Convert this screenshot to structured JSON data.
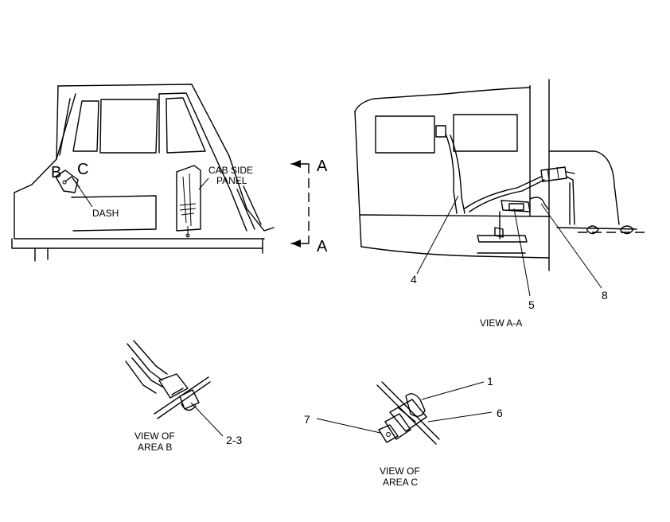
{
  "labels": {
    "cab_b": "B",
    "cab_c": "C",
    "dash": "DASH",
    "cab_side_panel_line1": "CAB SIDE",
    "cab_side_panel_line2": "PANEL",
    "section_a_top": "A",
    "section_a_bottom": "A",
    "view_aa": "VIEW A-A",
    "view_area_b_line1": "VIEW OF",
    "view_area_b_line2": "AREA B",
    "view_area_c_line1": "VIEW OF",
    "view_area_c_line2": "AREA C"
  },
  "callouts": {
    "c1": "1",
    "c23": "2-3",
    "c4": "4",
    "c5": "5",
    "c6": "6",
    "c7": "7",
    "c8": "8"
  }
}
